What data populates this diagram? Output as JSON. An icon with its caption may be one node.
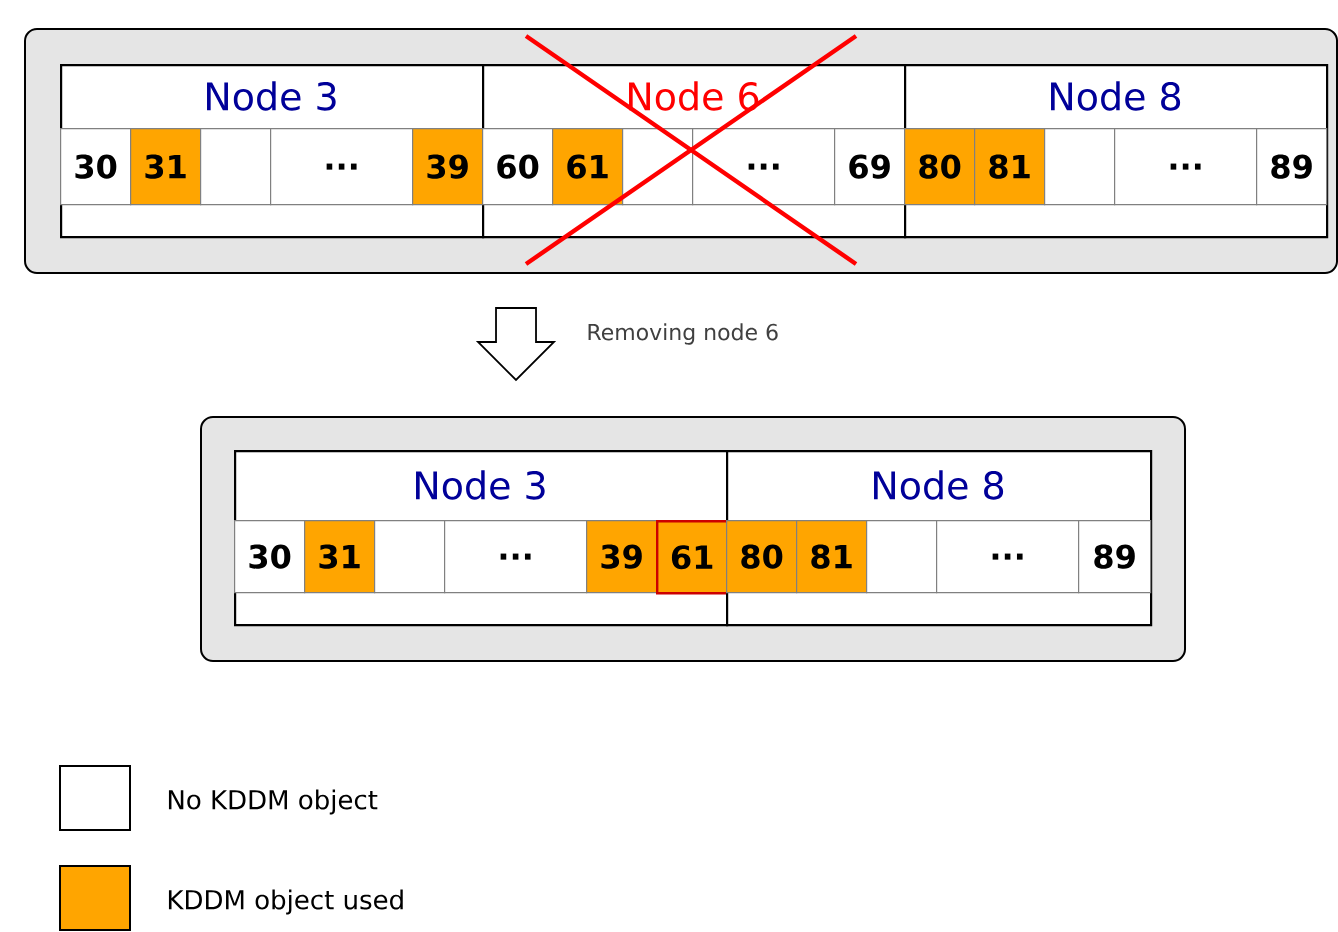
{
  "diagram": {
    "nodes": [
      {
        "text": [],
        "shape": "box"
      },
      {
        "text": [
          "Node 3"
        ],
        "in": 0
      },
      {
        "text": [
          "30"
        ],
        "in": 1
      },
      {
        "text": [
          "31"
        ],
        "in": 1
      },
      {
        "text": [],
        "shape": "box",
        "in": 1
      },
      {
        "text": [
          "..."
        ],
        "in": 1
      },
      {
        "text": [
          "39"
        ],
        "in": 1
      },
      {
        "text": [
          "Node 6"
        ],
        "in": 0
      },
      {
        "text": [
          "60"
        ],
        "in": 7
      },
      {
        "text": [
          "61"
        ],
        "in": 7
      },
      {
        "text": [],
        "shape": "box",
        "in": 7
      },
      {
        "text": [
          "..."
        ],
        "in": 7
      },
      {
        "text": [
          "69"
        ],
        "in": 7
      },
      {
        "text": [
          "Node 8"
        ],
        "in": 0
      },
      {
        "text": [
          "80"
        ],
        "in": 13
      },
      {
        "text": [
          "81"
        ],
        "in": 13
      },
      {
        "text": [],
        "shape": "box",
        "in": 13
      },
      {
        "text": [
          "..."
        ],
        "in": 13
      },
      {
        "text": [
          "89"
        ],
        "in": 13
      },
      {
        "text": [],
        "shape": "box"
      },
      {
        "text": [
          "Node 3"
        ],
        "in": 19
      },
      {
        "text": [
          "30"
        ],
        "in": 20
      },
      {
        "text": [
          "31"
        ],
        "in": 20
      },
      {
        "text": [],
        "shape": "box",
        "in": 20
      },
      {
        "text": [
          "..."
        ],
        "in": 20
      },
      {
        "text": [
          "39"
        ],
        "in": 20
      },
      {
        "text": [
          "61"
        ],
        "in": 20
      },
      {
        "text": [
          "Node 8"
        ],
        "in": 19
      },
      {
        "text": [
          "80"
        ],
        "in": 27
      },
      {
        "text": [
          "81"
        ],
        "in": 27
      },
      {
        "text": [],
        "shape": "box",
        "in": 27
      },
      {
        "text": [
          "..."
        ],
        "in": 27
      },
      {
        "text": [
          "89"
        ],
        "in": 27
      }
    ],
    "edges": [
      {
        "from": 0,
        "to": 19,
        "arrow": "to",
        "label": "Removing node 6"
      }
    ],
    "legend": [
      {
        "text": "No KDDM object"
      },
      {
        "text": "KDDM object used",
        "color": "#ffa500"
      }
    ]
  }
}
